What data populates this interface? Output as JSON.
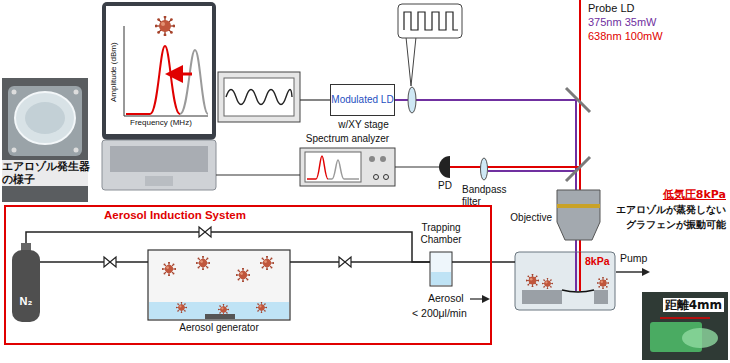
{
  "diagram": {
    "nodes": [
      {
        "text": [
          "Amplitude (dBm)",
          "Frequency (MHz)"
        ]
      },
      {
        "text": [
          "エアロゾル発生器の様子"
        ]
      },
      {
        "text": [
          "Modulated LD",
          "w/XY stage"
        ]
      },
      {
        "text": [
          "Spectrum analyzer"
        ]
      },
      {
        "text": [
          "PD"
        ]
      },
      {
        "text": [
          "Aerosol Induction System"
        ]
      },
      {
        "text": [
          "N₂"
        ],
        "in": 5
      },
      {
        "text": [
          "Aerosol generator"
        ],
        "in": 5
      },
      {
        "text": [
          "Trapping Chamber"
        ],
        "in": 5
      },
      {
        "text": [
          "8kPa"
        ]
      },
      {
        "text": [
          "距離4mm"
        ]
      }
    ],
    "edges": [
      {
        "from": 3,
        "to": 0,
        "arrow": "none"
      },
      {
        "from": 4,
        "to": 3,
        "arrow": "none"
      },
      {
        "from": 6,
        "to": 7,
        "arrow": "none"
      },
      {
        "from": 6,
        "to": 8,
        "arrow": "none"
      },
      {
        "from": 7,
        "to": 8,
        "arrow": "none"
      },
      {
        "from": 8,
        "to": 9,
        "arrow": "none"
      }
    ],
    "labels": [
      "Probe LD",
      "375nm 35mW",
      "638nm 100mW",
      "Bandpass filter",
      "Objective",
      "低気圧8kPa",
      "エアロゾルが蒸発しない",
      "グラフェンが振動可能",
      "Pump",
      "Aerosol",
      "< 200μl/min"
    ]
  }
}
